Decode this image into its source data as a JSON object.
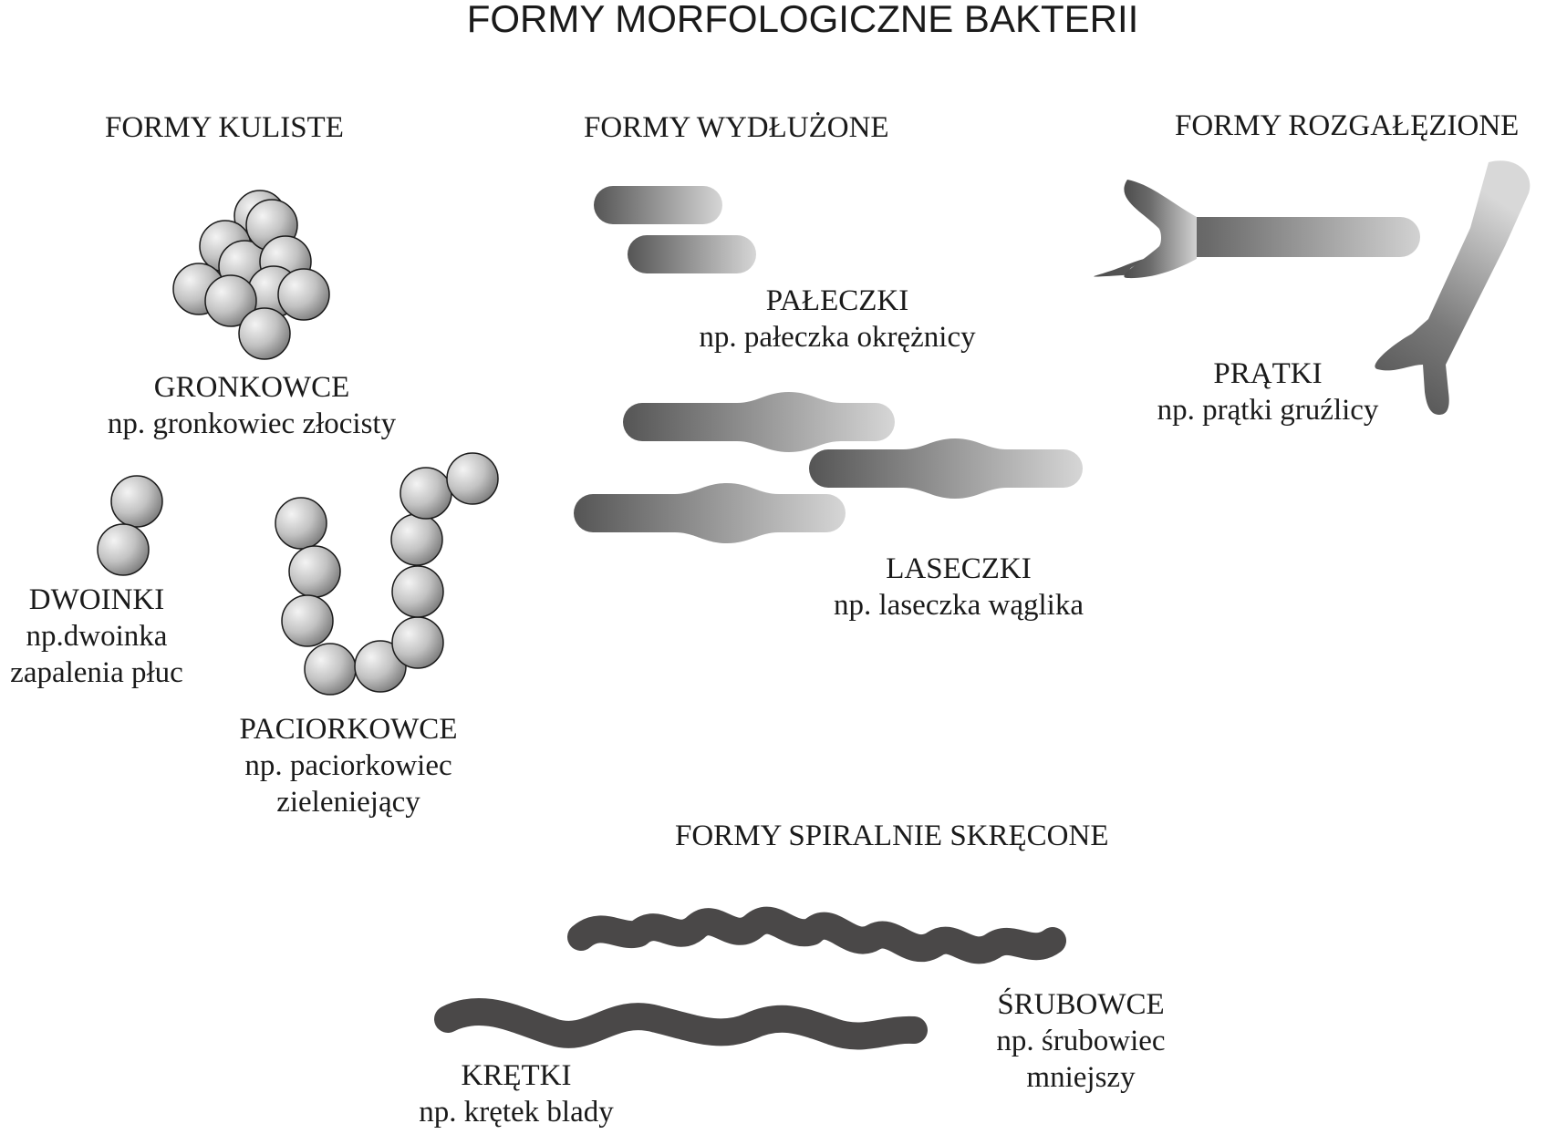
{
  "title": "FORMY MORFOLOGICZNE BAKTERII",
  "sections": {
    "kuliste": "FORMY KULISTE",
    "wydluzone": "FORMY WYDŁUŻONE",
    "rozgalezione": "FORMY ROZGAŁĘZIONE",
    "spiralne": "FORMY SPIRALNIE SKRĘCONE"
  },
  "labels": {
    "gronkowce": {
      "name": "GRONKOWCE",
      "example": "np. gronkowiec złocisty"
    },
    "dwoinki": {
      "name": "DWOINKI",
      "example_1": "np.dwoinka",
      "example_2": "zapalenia płuc"
    },
    "paciorkowce": {
      "name": "PACIORKOWCE",
      "example_1": "np. paciorkowiec",
      "example_2": "zieleniejący"
    },
    "paleczki": {
      "name": "PAŁECZKI",
      "example": "np. pałeczka okrężnicy"
    },
    "laseczki": {
      "name": "LASECZKI",
      "example": "np. laseczka wąglika"
    },
    "pratki": {
      "name": "PRĄTKI",
      "example": "np. prątki gruźlicy"
    },
    "srubowce": {
      "name": "ŚRUBOWCE",
      "example_1": "np. śrubowiec",
      "example_2": "mniejszy"
    },
    "kretki": {
      "name": "KRĘTKI",
      "example": "np. krętek blady"
    }
  },
  "colors": {
    "text": "#1a1a1a",
    "sphere_light": "#f2f2f2",
    "sphere_dark": "#7a7a7a",
    "rod_dark": "#5a5a5a",
    "rod_light": "#cfcfcf",
    "spiral": "#4a4848"
  }
}
